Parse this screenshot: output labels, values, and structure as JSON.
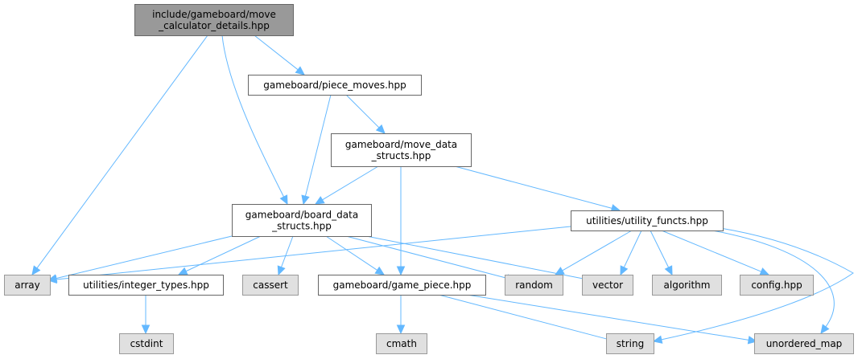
{
  "graph": {
    "title": "Include dependency graph for move_calculator_details.hpp",
    "edge_color": "#63b8ff",
    "node_colors": {
      "root": "#999999",
      "local": "#ffffff",
      "system": "#e0e0e0"
    },
    "nodes": [
      {
        "id": "root",
        "kind": "root",
        "lines": [
          "include/gameboard/move",
          "_calculator_details.hpp"
        ]
      },
      {
        "id": "piece_moves",
        "kind": "local",
        "lines": [
          "gameboard/piece_moves.hpp"
        ]
      },
      {
        "id": "move_data_structs",
        "kind": "local",
        "lines": [
          "gameboard/move_data",
          "_structs.hpp"
        ]
      },
      {
        "id": "board_data_structs",
        "kind": "local",
        "lines": [
          "gameboard/board_data",
          "_structs.hpp"
        ]
      },
      {
        "id": "utility_functs",
        "kind": "local",
        "lines": [
          "utilities/utility_functs.hpp"
        ]
      },
      {
        "id": "array",
        "kind": "system",
        "lines": [
          "array"
        ]
      },
      {
        "id": "integer_types",
        "kind": "local",
        "lines": [
          "utilities/integer_types.hpp"
        ]
      },
      {
        "id": "cassert",
        "kind": "system",
        "lines": [
          "cassert"
        ]
      },
      {
        "id": "game_piece",
        "kind": "local",
        "lines": [
          "gameboard/game_piece.hpp"
        ]
      },
      {
        "id": "random",
        "kind": "system",
        "lines": [
          "random"
        ]
      },
      {
        "id": "vector",
        "kind": "system",
        "lines": [
          "vector"
        ]
      },
      {
        "id": "algorithm",
        "kind": "system",
        "lines": [
          "algorithm"
        ]
      },
      {
        "id": "config",
        "kind": "system",
        "lines": [
          "config.hpp"
        ]
      },
      {
        "id": "cstdint",
        "kind": "system",
        "lines": [
          "cstdint"
        ]
      },
      {
        "id": "cmath",
        "kind": "system",
        "lines": [
          "cmath"
        ]
      },
      {
        "id": "string",
        "kind": "system",
        "lines": [
          "string"
        ]
      },
      {
        "id": "unordered_map",
        "kind": "system",
        "lines": [
          "unordered_map"
        ]
      }
    ],
    "edges": [
      {
        "from": "root",
        "to": "piece_moves"
      },
      {
        "from": "root",
        "to": "board_data_structs"
      },
      {
        "from": "root",
        "to": "array"
      },
      {
        "from": "piece_moves",
        "to": "board_data_structs"
      },
      {
        "from": "piece_moves",
        "to": "move_data_structs"
      },
      {
        "from": "move_data_structs",
        "to": "board_data_structs"
      },
      {
        "from": "move_data_structs",
        "to": "game_piece"
      },
      {
        "from": "move_data_structs",
        "to": "utility_functs"
      },
      {
        "from": "board_data_structs",
        "to": "array"
      },
      {
        "from": "board_data_structs",
        "to": "integer_types"
      },
      {
        "from": "board_data_structs",
        "to": "cassert"
      },
      {
        "from": "board_data_structs",
        "to": "game_piece"
      },
      {
        "from": "board_data_structs",
        "to": "random"
      },
      {
        "from": "board_data_structs",
        "to": "vector"
      },
      {
        "from": "utility_functs",
        "to": "array"
      },
      {
        "from": "utility_functs",
        "to": "random"
      },
      {
        "from": "utility_functs",
        "to": "vector"
      },
      {
        "from": "utility_functs",
        "to": "algorithm"
      },
      {
        "from": "utility_functs",
        "to": "config"
      },
      {
        "from": "utility_functs",
        "to": "string"
      },
      {
        "from": "utility_functs",
        "to": "unordered_map"
      },
      {
        "from": "integer_types",
        "to": "cstdint"
      },
      {
        "from": "game_piece",
        "to": "cmath"
      },
      {
        "from": "game_piece",
        "to": "string"
      },
      {
        "from": "game_piece",
        "to": "unordered_map"
      }
    ]
  }
}
